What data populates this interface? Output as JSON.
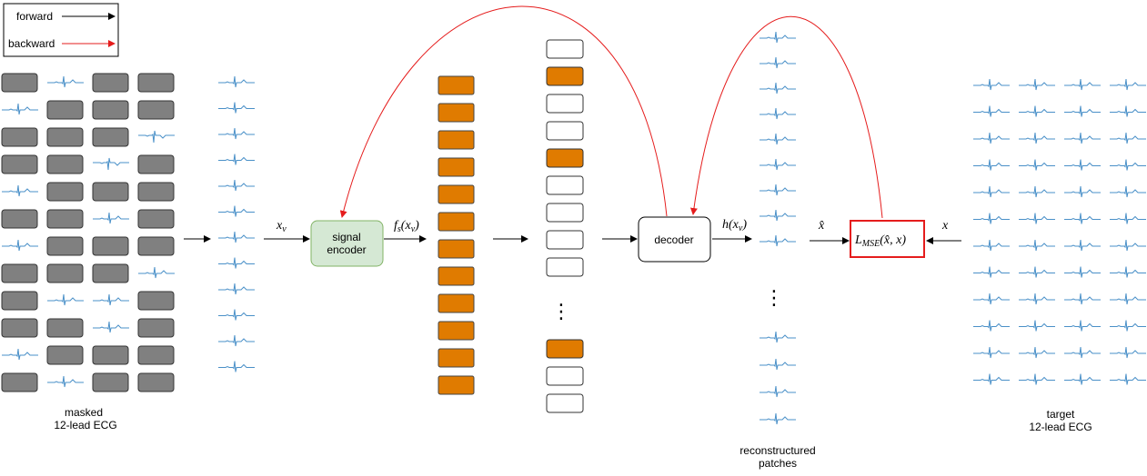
{
  "legend": {
    "forward": "forward",
    "backward": "backward"
  },
  "colors": {
    "forward_arrow": "#000000",
    "backward_arrow": "#e51c1c",
    "masked_patch": "#808080",
    "embedding_token": "#e07b00",
    "mask_token": "#ffffff",
    "encoder_fill": "#d5e8d4",
    "encoder_stroke": "#82b366",
    "loss_box_stroke": "#e51c1c",
    "ecg_trace": "#4a90c8"
  },
  "labels": {
    "masked_ecg_line1": "masked",
    "masked_ecg_line2": "12-lead ECG",
    "target_ecg_line1": "target",
    "target_ecg_line2": "12-lead ECG",
    "reconstructed_line1": "reconstructured",
    "reconstructed_line2": "patches"
  },
  "nodes": {
    "encoder_line1": "signal",
    "encoder_line2": "encoder",
    "decoder": "decoder",
    "loss_main": "L",
    "loss_sub": "MSE",
    "loss_args": "(x̂, x)"
  },
  "math": {
    "xv_base": "x",
    "xv_sub": "v",
    "fs": "f",
    "fs_sub": "s",
    "fs_arg_open": "(x",
    "fs_arg_sub": "v",
    "fs_arg_close": ")",
    "h_expr_open": "h(x",
    "h_expr_sub": "v",
    "h_expr_close": ")",
    "xhat": "x̂",
    "x": "x"
  },
  "ellipsis": "⋮",
  "masked_grid": [
    [
      "mask",
      "ecg",
      "mask",
      "mask"
    ],
    [
      "ecg",
      "mask",
      "mask",
      "mask"
    ],
    [
      "mask",
      "mask",
      "mask",
      "ecg"
    ],
    [
      "mask",
      "mask",
      "ecg",
      "mask"
    ],
    [
      "ecg",
      "mask",
      "mask",
      "mask"
    ],
    [
      "mask",
      "mask",
      "ecg",
      "mask"
    ],
    [
      "ecg",
      "mask",
      "mask",
      "mask"
    ],
    [
      "mask",
      "mask",
      "mask",
      "ecg"
    ],
    [
      "mask",
      "ecg",
      "ecg",
      "mask"
    ],
    [
      "mask",
      "mask",
      "ecg",
      "mask"
    ],
    [
      "ecg",
      "mask",
      "mask",
      "mask"
    ],
    [
      "mask",
      "ecg",
      "mask",
      "mask"
    ]
  ],
  "token_column": [
    "mask",
    "embed",
    "mask",
    "mask",
    "embed",
    "mask",
    "mask",
    "mask",
    "mask",
    "gap",
    "embed",
    "mask",
    "mask"
  ]
}
